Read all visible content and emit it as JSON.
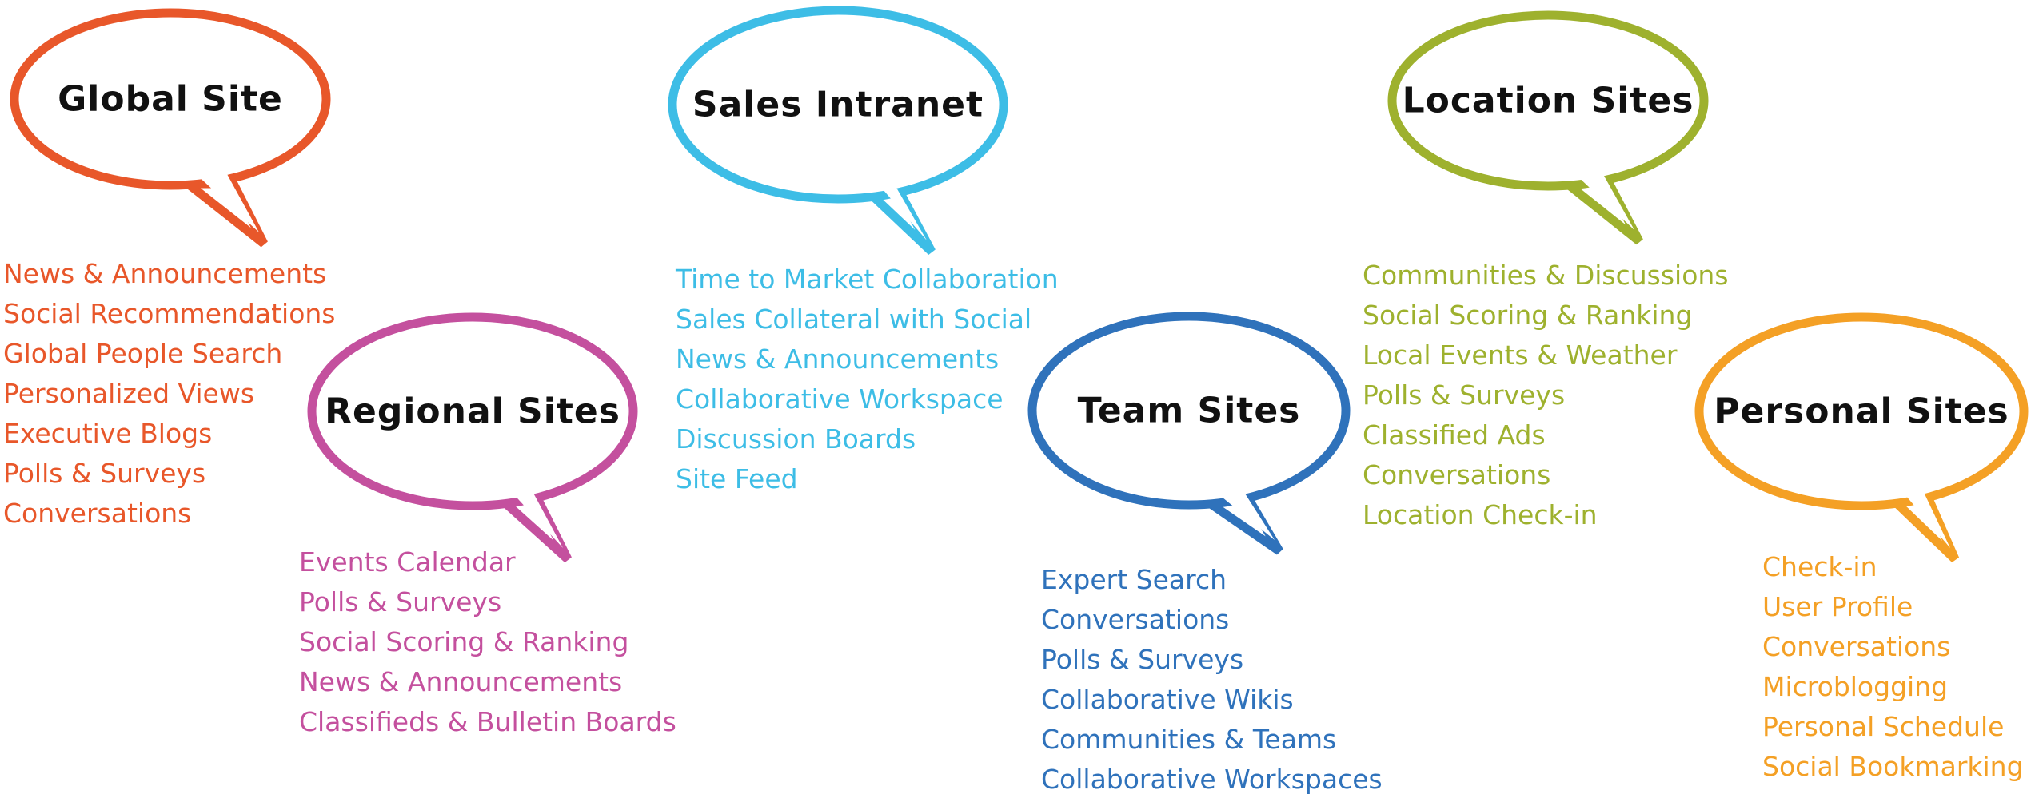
{
  "groups": [
    {
      "id": "global",
      "title": "Global Site",
      "color": "#E8572A",
      "items": [
        "News & Announcements",
        "Social Recommendations",
        "Global People Search",
        "Personalized Views",
        "Executive Blogs",
        "Polls & Surveys",
        "Conversations"
      ]
    },
    {
      "id": "regional",
      "title": "Regional Sites",
      "color": "#C4509E",
      "items": [
        "Events Calendar",
        "Polls & Surveys",
        "Social Scoring & Ranking",
        "News & Announcements",
        "Classifieds & Bulletin Boards"
      ]
    },
    {
      "id": "sales",
      "title": "Sales Intranet",
      "color": "#3DBDE6",
      "items": [
        "Time to Market Collaboration",
        "Sales Collateral with Social",
        "News & Announcements",
        "Collaborative Workspace",
        "Discussion Boards",
        "Site Feed"
      ]
    },
    {
      "id": "team",
      "title": "Team Sites",
      "color": "#2F72BB",
      "items": [
        "Expert Search",
        "Conversations",
        "Polls & Surveys",
        "Collaborative Wikis",
        "Communities & Teams",
        "Collaborative Workspaces"
      ]
    },
    {
      "id": "location",
      "title": "Location Sites",
      "color": "#9EB12E",
      "items": [
        "Communities & Discussions",
        "Social Scoring & Ranking",
        "Local Events & Weather",
        "Polls & Surveys",
        "Classified Ads",
        "Conversations",
        "Location Check-in"
      ]
    },
    {
      "id": "personal",
      "title": "Personal Sites",
      "color": "#F4A025",
      "items": [
        "Check-in",
        "User Profile",
        "Conversations",
        "Microblogging",
        "Personal Schedule",
        "Social Bookmarking"
      ]
    }
  ]
}
